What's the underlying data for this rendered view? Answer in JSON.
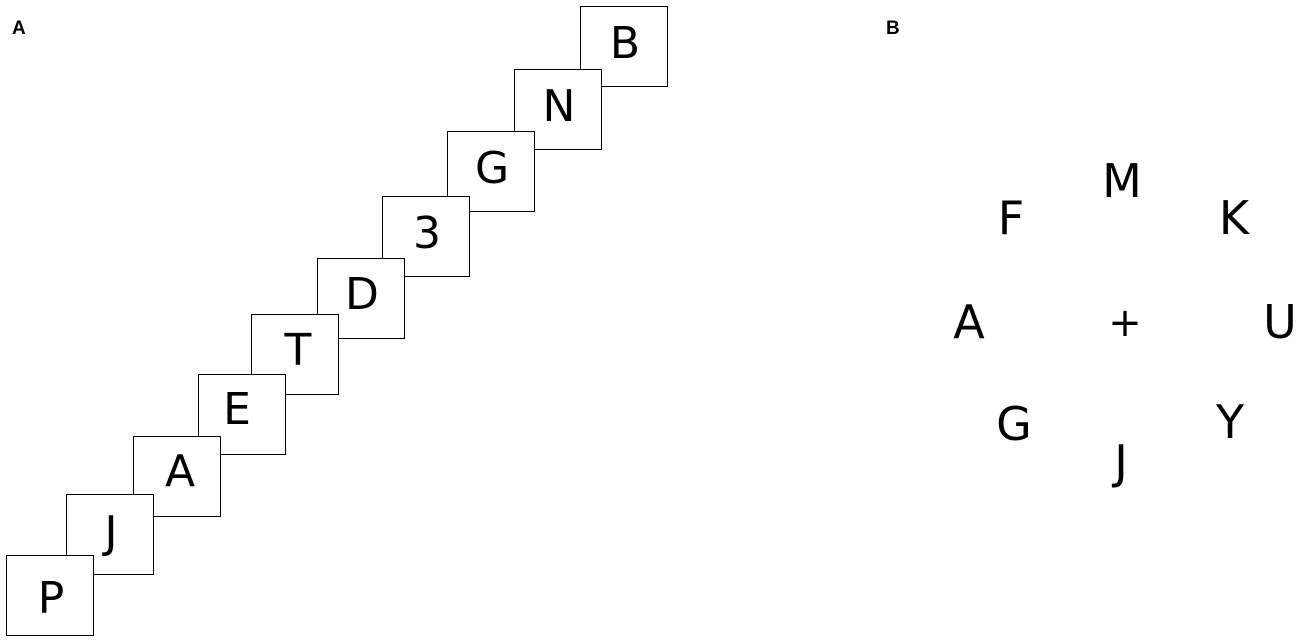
{
  "panels": {
    "a_label": "A",
    "b_label": "B"
  },
  "rsvp_stream": {
    "letters": [
      "P",
      "J",
      "A",
      "E",
      "T",
      "D",
      "3",
      "G",
      "N",
      "B"
    ]
  },
  "circular_display": {
    "fixation": "+",
    "letters": [
      "M",
      "K",
      "U",
      "Y",
      "J",
      "G",
      "A",
      "F"
    ]
  }
}
